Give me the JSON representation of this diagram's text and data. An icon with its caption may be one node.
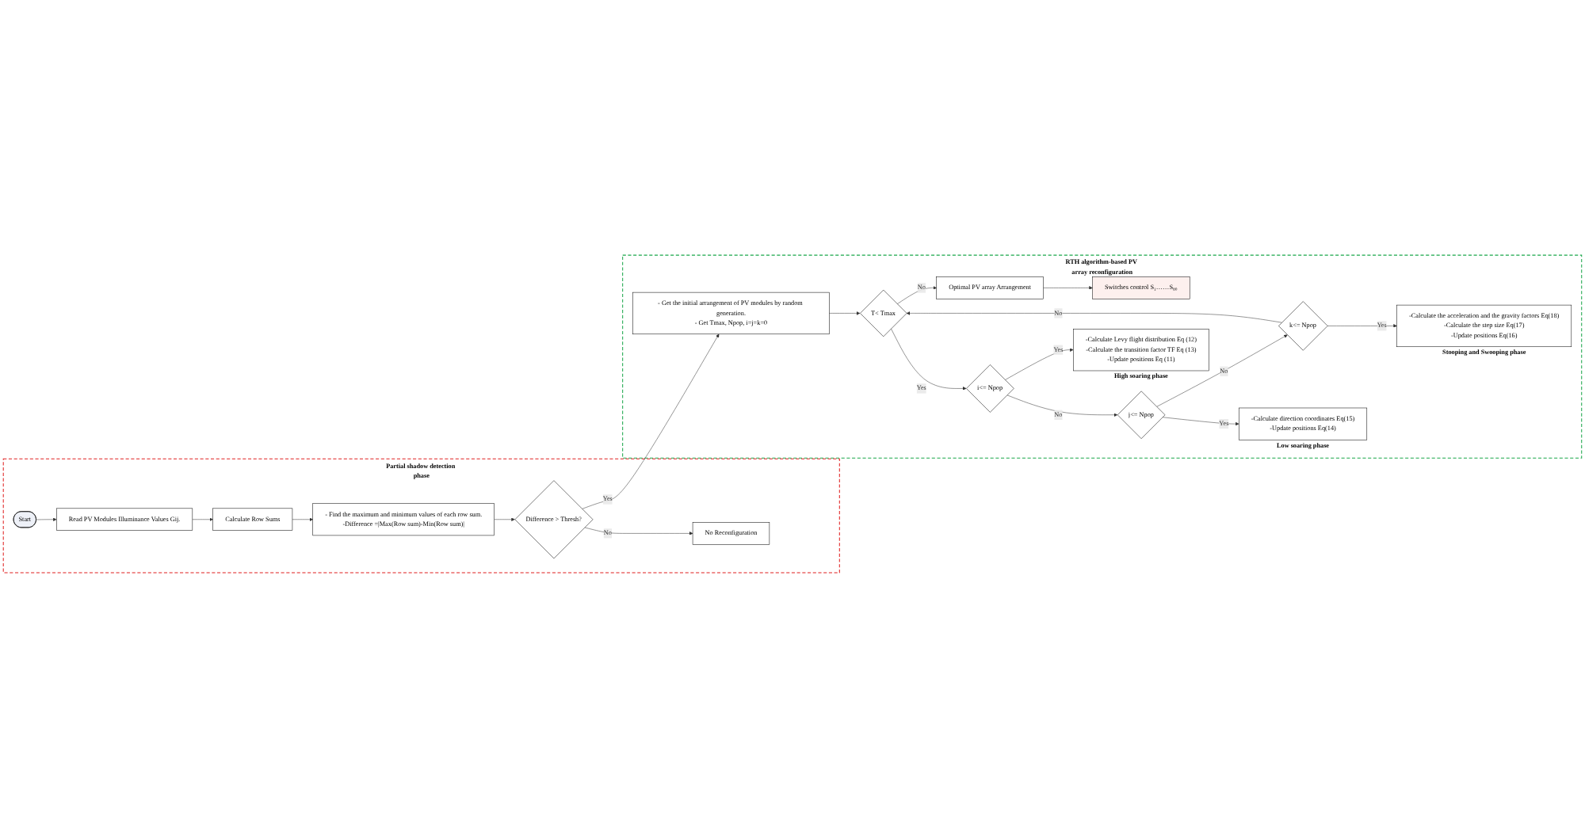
{
  "diagram": {
    "nodes": [
      {
        "text": [
          "Partial shadow detection phase"
        ]
      },
      {
        "text": [
          "Start"
        ],
        "in": 0
      },
      {
        "text": [
          "Read PV Modules Illuminance Values Gij."
        ],
        "in": 0
      },
      {
        "text": [
          "Calculate Row Sums"
        ],
        "in": 0
      },
      {
        "text": [
          "- Find the maximum and minimum values of each row sum.",
          "-Difference =|Max(Row sum)-Min(Row sum)|"
        ],
        "in": 0
      },
      {
        "text": [
          "Difference > Thresh?"
        ],
        "in": 0
      },
      {
        "text": [
          "No Reconfiguration"
        ],
        "in": 0
      },
      {
        "text": [
          "RTH algorithm-based PV array reconfiguration"
        ]
      },
      {
        "text": [
          "- Get the initial arrangement of PV modules by random generation.",
          "- Get Tmax, Npop, i=j=k=0"
        ],
        "in": 7
      },
      {
        "text": [
          "T< Tmax"
        ],
        "in": 7
      },
      {
        "text": [
          "Optimal PV array Arrangement"
        ],
        "in": 7
      },
      {
        "text": [
          "Switches control S₁……S₈₀"
        ],
        "in": 7
      },
      {
        "text": [
          "i<= Npop"
        ],
        "in": 7
      },
      {
        "text": [
          "j<= Npop"
        ],
        "in": 7
      },
      {
        "text": [
          "k<= Npop"
        ],
        "in": 7
      },
      {
        "text": [
          "-Calculate Levy flight distribution Eq (12)",
          "-Calculate the transition factor TF Eq (13)",
          "-Update positions Eq (11)"
        ],
        "in": 7,
        "beside": [
          "High soaring phase"
        ]
      },
      {
        "text": [
          "-Calculate direction coordinates Eq(15)",
          "-Update positions Eq(14)"
        ],
        "in": 7,
        "beside": [
          "Low soaring phase"
        ]
      },
      {
        "text": [
          "-Calculate the acceleration and the gravity factors Eq(18)",
          "-Calculate the step size Eq(17)",
          "-Update positions Eq(16)"
        ],
        "in": 7,
        "beside": [
          "Stooping and Swooping phase"
        ]
      }
    ],
    "edges": [
      {
        "from": 1,
        "to": 2,
        "arrow": "to"
      },
      {
        "from": 2,
        "to": 3,
        "arrow": "to"
      },
      {
        "from": 3,
        "to": 4,
        "arrow": "to"
      },
      {
        "from": 4,
        "to": 5,
        "arrow": "to"
      },
      {
        "from": 5,
        "to": 6,
        "label": "No",
        "arrow": "to"
      },
      {
        "from": 5,
        "to": 8,
        "label": "Yes",
        "arrow": "to"
      },
      {
        "from": 8,
        "to": 9,
        "arrow": "to"
      },
      {
        "from": 9,
        "to": 10,
        "label": "No",
        "arrow": "to"
      },
      {
        "from": 10,
        "to": 11,
        "arrow": "to"
      },
      {
        "from": 9,
        "to": 12,
        "label": "Yes",
        "arrow": "to"
      },
      {
        "from": 12,
        "to": 13,
        "label": "No",
        "arrow": "to"
      },
      {
        "from": 13,
        "to": 14,
        "label": "No",
        "arrow": "to"
      },
      {
        "from": 14,
        "to": 9,
        "label": "No",
        "arrow": "to"
      },
      {
        "from": 12,
        "to": 15,
        "label": "Yes",
        "arrow": "to"
      },
      {
        "from": 13,
        "to": 16,
        "label": "Yes",
        "arrow": "to"
      },
      {
        "from": 14,
        "to": 17,
        "label": "Yes",
        "arrow": "to"
      }
    ]
  }
}
